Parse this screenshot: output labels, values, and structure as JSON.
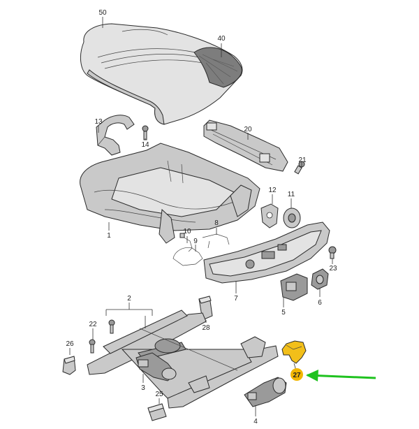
{
  "labels": {
    "p50": "50",
    "p40": "40",
    "p13": "13",
    "p14": "14",
    "p20": "20",
    "p21": "21",
    "p12": "12",
    "p11": "11",
    "p1": "1",
    "p10": "10",
    "p8": "8",
    "p23": "23",
    "p7": "7",
    "p9": "9",
    "p5": "5",
    "p6": "6",
    "p2": "2",
    "p22": "22",
    "p28": "28",
    "p26": "26",
    "p3": "3",
    "p25": "25",
    "p4": "4",
    "p27": "27"
  },
  "colors": {
    "highlight_fill": "#f2bf1a",
    "highlight_badge": "#f2b600",
    "arrow": "#1fc21f",
    "part_gray": "#c9c9c9"
  }
}
